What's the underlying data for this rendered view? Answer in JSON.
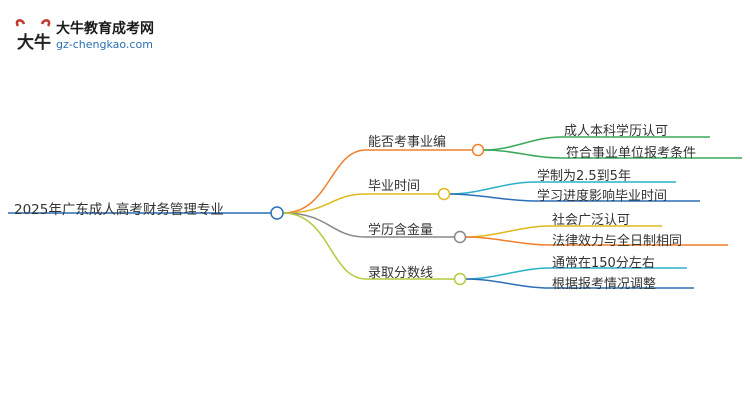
{
  "logo": {
    "mark_text": "大牛",
    "title": "大牛教育成考网",
    "url": "gz-chengkao.com"
  },
  "mindmap": {
    "root": {
      "label": "2025年广东成人高考财务管理专业"
    },
    "branches": [
      {
        "label": "能否考事业编",
        "color": "#f07f2a",
        "children": [
          "成人本科学历认可",
          "符合事业单位报考条件"
        ],
        "child_colors": [
          "#3aa85b",
          "#3aa85b"
        ]
      },
      {
        "label": "毕业时间",
        "color": "#e0b81c",
        "children": [
          "学制为2.5到5年",
          "学习进度影响毕业时间"
        ],
        "child_colors": [
          "#2bb0c8",
          "#2b6fb8"
        ]
      },
      {
        "label": "学历含金量",
        "color": "#888888",
        "children": [
          "社会广泛认可",
          "法律效力与全日制相同"
        ],
        "child_colors": [
          "#e0b81c",
          "#f07f2a"
        ]
      },
      {
        "label": "录取分数线",
        "color": "#b6c93a",
        "children": [
          "通常在150分左右",
          "根据报考情况调整"
        ],
        "child_colors": [
          "#2bb0c8",
          "#2b6fb8"
        ]
      }
    ]
  }
}
